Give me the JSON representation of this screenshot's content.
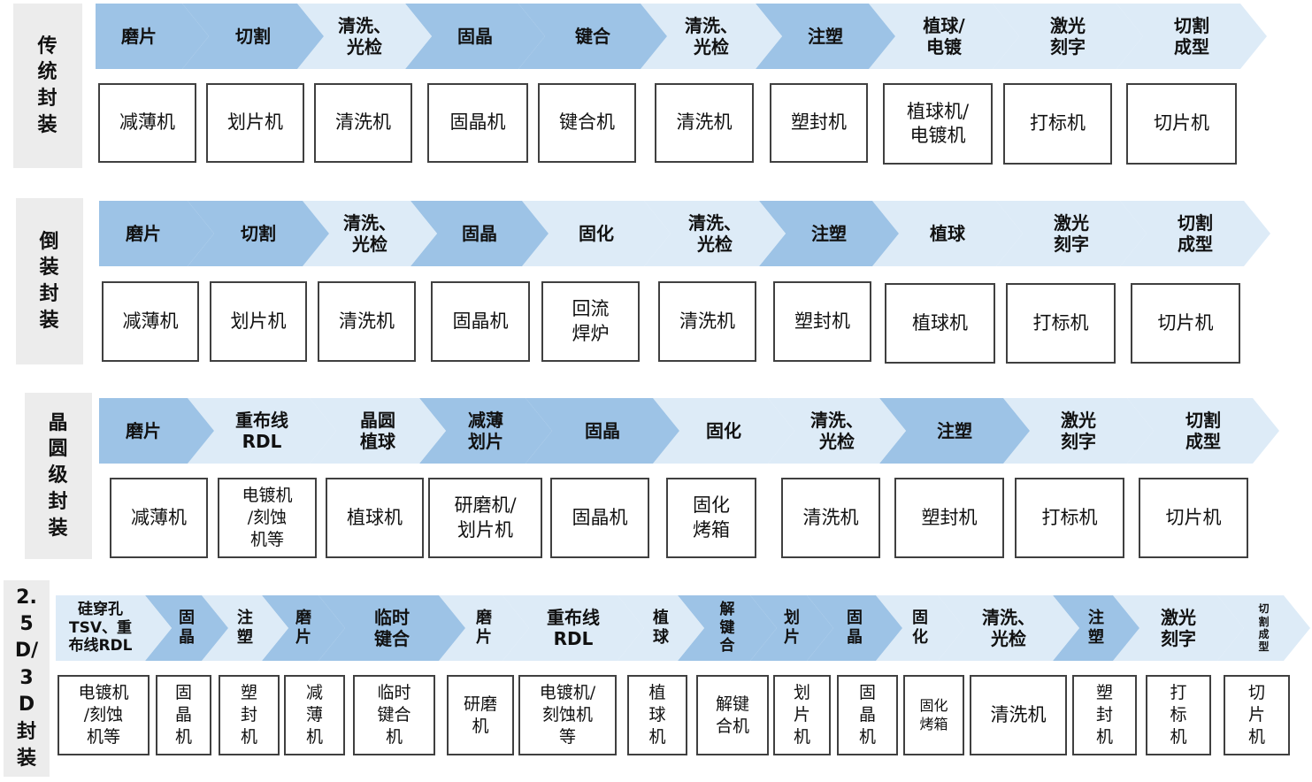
{
  "colors": {
    "dark_chevron": "#9dc3e6",
    "light_chevron": "#ddebf7",
    "label_bg": "#ececec",
    "box_border": "#404040"
  },
  "rows": [
    {
      "label": "传\n统\n封\n装",
      "steps": [
        {
          "text": "磨片",
          "tone": "dark"
        },
        {
          "text": "切割",
          "tone": "dark"
        },
        {
          "text": "清洗、\n光检",
          "tone": "light"
        },
        {
          "text": "固晶",
          "tone": "dark"
        },
        {
          "text": "键合",
          "tone": "dark"
        },
        {
          "text": "清洗、\n光检",
          "tone": "light"
        },
        {
          "text": "注塑",
          "tone": "dark"
        },
        {
          "text": "植球/\n电镀",
          "tone": "light"
        },
        {
          "text": "激光\n刻字",
          "tone": "light"
        },
        {
          "text": "切割\n成型",
          "tone": "light"
        }
      ],
      "machines": [
        "减薄机",
        "划片机",
        "清洗机",
        "固晶机",
        "键合机",
        "清洗机",
        "塑封机",
        "植球机/\n电镀机",
        "打标机",
        "切片机"
      ]
    },
    {
      "label": "倒\n装\n封\n装",
      "steps": [
        {
          "text": "磨片",
          "tone": "dark"
        },
        {
          "text": "切割",
          "tone": "dark"
        },
        {
          "text": "清洗、\n光检",
          "tone": "light"
        },
        {
          "text": "固晶",
          "tone": "dark"
        },
        {
          "text": "固化",
          "tone": "light"
        },
        {
          "text": "清洗、\n光检",
          "tone": "light"
        },
        {
          "text": "注塑",
          "tone": "dark"
        },
        {
          "text": "植球",
          "tone": "light"
        },
        {
          "text": "激光\n刻字",
          "tone": "light"
        },
        {
          "text": "切割\n成型",
          "tone": "light"
        }
      ],
      "machines": [
        "减薄机",
        "划片机",
        "清洗机",
        "固晶机",
        "回流\n焊炉",
        "清洗机",
        "塑封机",
        "植球机",
        "打标机",
        "切片机"
      ]
    },
    {
      "label": "晶\n圆\n级\n封\n装",
      "steps": [
        {
          "text": "磨片",
          "tone": "dark"
        },
        {
          "text": "重布线\nRDL",
          "tone": "light"
        },
        {
          "text": "晶圆\n植球",
          "tone": "light"
        },
        {
          "text": "减薄\n划片",
          "tone": "dark"
        },
        {
          "text": "固晶",
          "tone": "dark"
        },
        {
          "text": "固化",
          "tone": "light"
        },
        {
          "text": "清洗、\n光检",
          "tone": "light"
        },
        {
          "text": "注塑",
          "tone": "dark"
        },
        {
          "text": "激光\n刻字",
          "tone": "light"
        },
        {
          "text": "切割\n成型",
          "tone": "light"
        }
      ],
      "machines": [
        "减薄机",
        "电镀机\n/刻蚀\n机等",
        "植球机",
        "研磨机/\n划片机",
        "固晶机",
        "固化\n烤箱",
        "清洗机",
        "塑封机",
        "打标机",
        "切片机"
      ]
    },
    {
      "label": "2.\n5\nD/\n3\nD\n封\n装",
      "steps": [
        {
          "text": "硅穿孔\nTSV、重\n布线RDL",
          "tone": "light"
        },
        {
          "text": "固\n晶",
          "tone": "dark"
        },
        {
          "text": "注\n塑",
          "tone": "light"
        },
        {
          "text": "磨\n片",
          "tone": "dark"
        },
        {
          "text": "临时\n键合",
          "tone": "dark"
        },
        {
          "text": "磨\n片",
          "tone": "light"
        },
        {
          "text": "重布线\nRDL",
          "tone": "light"
        },
        {
          "text": "植\n球",
          "tone": "light"
        },
        {
          "text": "解\n键\n合",
          "tone": "dark"
        },
        {
          "text": "划\n片",
          "tone": "dark"
        },
        {
          "text": "固\n晶",
          "tone": "dark"
        },
        {
          "text": "固\n化",
          "tone": "light"
        },
        {
          "text": "清洗、\n光检",
          "tone": "light"
        },
        {
          "text": "注\n塑",
          "tone": "dark"
        },
        {
          "text": "激光\n刻字",
          "tone": "light"
        },
        {
          "text": "切\n割\n成\n型",
          "tone": "light"
        }
      ],
      "machines": [
        "电镀机\n/刻蚀\n机等",
        "固\n晶\n机",
        "塑\n封\n机",
        "减\n薄\n机",
        "临时\n键合\n机",
        "研磨\n机",
        "电镀机/\n刻蚀机\n等",
        "植\n球\n机",
        "解键\n合机",
        "划\n片\n机",
        "固\n晶\n机",
        "固化\n烤箱",
        "清洗机",
        "塑\n封\n机",
        "打\n标\n机",
        "切\n片\n机"
      ]
    }
  ]
}
